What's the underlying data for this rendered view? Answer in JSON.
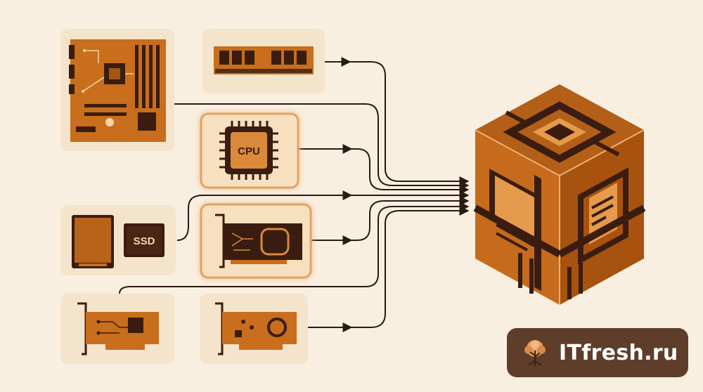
{
  "diagram": {
    "components": [
      {
        "id": "motherboard",
        "icon": "motherboard-icon",
        "label": ""
      },
      {
        "id": "ram",
        "icon": "ram-module-icon",
        "label": ""
      },
      {
        "id": "cpu",
        "icon": "cpu-chip-icon",
        "label": "CPU",
        "highlighted": true
      },
      {
        "id": "storage",
        "icon": "hard-drive-icon",
        "label": "SSD"
      },
      {
        "id": "gpu",
        "icon": "graphics-card-icon",
        "label": "",
        "highlighted": true
      },
      {
        "id": "network-card",
        "icon": "network-card-icon",
        "label": ""
      },
      {
        "id": "sound-card",
        "icon": "sound-card-icon",
        "label": ""
      }
    ],
    "target": {
      "icon": "assembled-system-cube-icon"
    }
  },
  "brand": {
    "name": "ITfresh.ru",
    "logo_icon": "tree-logo-icon"
  },
  "colors": {
    "background": "#f8efe1",
    "card": "#f4e4cb",
    "orange": "#c86e1c",
    "dark_brown": "#3a1d10",
    "line": "#2a1a12",
    "brand_bg": "#5f3d2b"
  }
}
